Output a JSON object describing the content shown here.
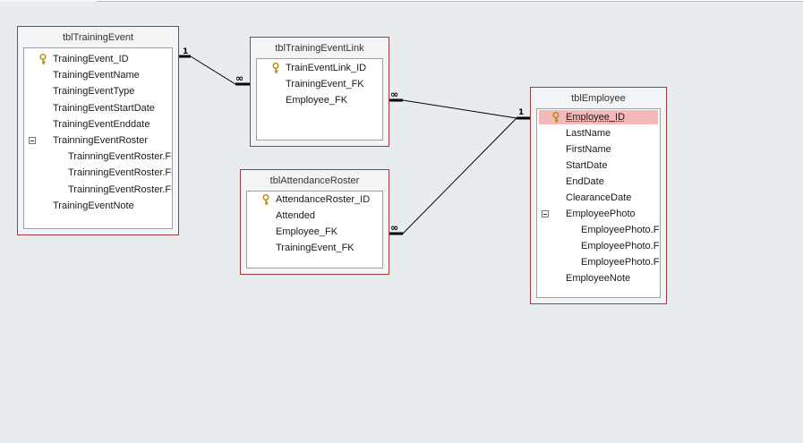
{
  "tables": {
    "training_event": {
      "title": "tblTrainingEvent",
      "fields": [
        "TrainingEvent_ID",
        "TrainingEventName",
        "TrainingEventType",
        "TrainingEventStartDate",
        "TrainingEventEnddate",
        "TrainningEventRoster",
        "TrainningEventRoster.FileData",
        "TrainningEventRoster.FileName",
        "TrainningEventRoster.FileType",
        "TrainingEventNote"
      ]
    },
    "training_event_link": {
      "title": "tblTrainingEventLink",
      "fields": [
        "TrainEventLink_ID",
        "TrainingEvent_FK",
        "Employee_FK"
      ]
    },
    "attendance_roster": {
      "title": "tblAttendanceRoster",
      "fields": [
        "AttendanceRoster_ID",
        "Attended",
        "Employee_FK",
        "TrainingEvent_FK"
      ]
    },
    "employee": {
      "title": "tblEmployee",
      "fields": [
        "Employee_ID",
        "LastName",
        "FirstName",
        "StartDate",
        "EndDate",
        "ClearanceDate",
        "EmployeePhoto",
        "EmployeePhoto.FileData",
        "EmployeePhoto.FileName",
        "EmployeePhoto.FileType",
        "EmployeeNote"
      ]
    }
  },
  "relationships": {
    "one": "1",
    "many": "∞"
  },
  "icons": {
    "key": "key-icon",
    "collapse": "collapse-icon"
  },
  "colors": {
    "table_border": "#a43a3a",
    "selected_field": "#f4b9b9",
    "canvas": "#e9ecef"
  }
}
